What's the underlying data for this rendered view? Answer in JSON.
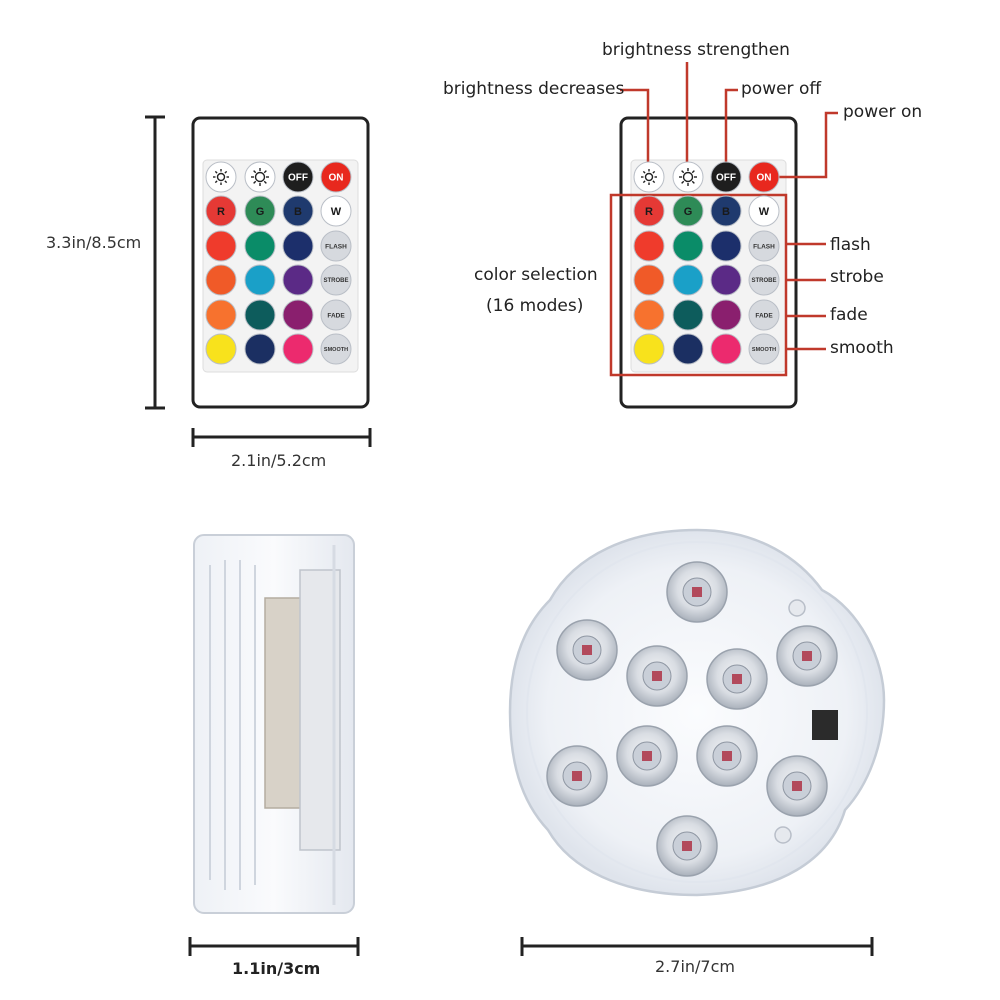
{
  "remote_left": {
    "height_label": "3.3in/8.5cm",
    "width_label": "2.1in/5.2cm"
  },
  "remote_buttons": {
    "off": "OFF",
    "on": "ON",
    "r": "R",
    "g": "G",
    "b": "B",
    "w": "W",
    "flash": "FLASH",
    "strobe": "STROBE",
    "fade": "FADE",
    "smooth": "SMOOTH"
  },
  "remote_right": {
    "brightness_strengthen": "brightness strengthen",
    "brightness_decreases": "brightness decreases",
    "power_off": "power off",
    "power_on": "power on",
    "color_selection": "color selection",
    "modes": "(16 modes)",
    "flash": "flash",
    "strobe": "strobe",
    "fade": "fade",
    "smooth": "smooth"
  },
  "light_side": {
    "thickness_label": "1.1in/3cm"
  },
  "light_top": {
    "diameter_label": "2.7in/7cm"
  },
  "colors": {
    "callout_red": "#c0392b",
    "row1": [
      "#e53935",
      "#2e8b57",
      "#1f3a6e"
    ],
    "row2": [
      "#ef3b2c",
      "#0a8c68",
      "#1c2f6b"
    ],
    "row3": [
      "#f05a28",
      "#1aa0c8",
      "#5b2a86"
    ],
    "row4": [
      "#f7722e",
      "#0d5c5c",
      "#8a1f6e"
    ],
    "row5": [
      "#f8e21c",
      "#1b2f62",
      "#ec2a6e"
    ]
  }
}
